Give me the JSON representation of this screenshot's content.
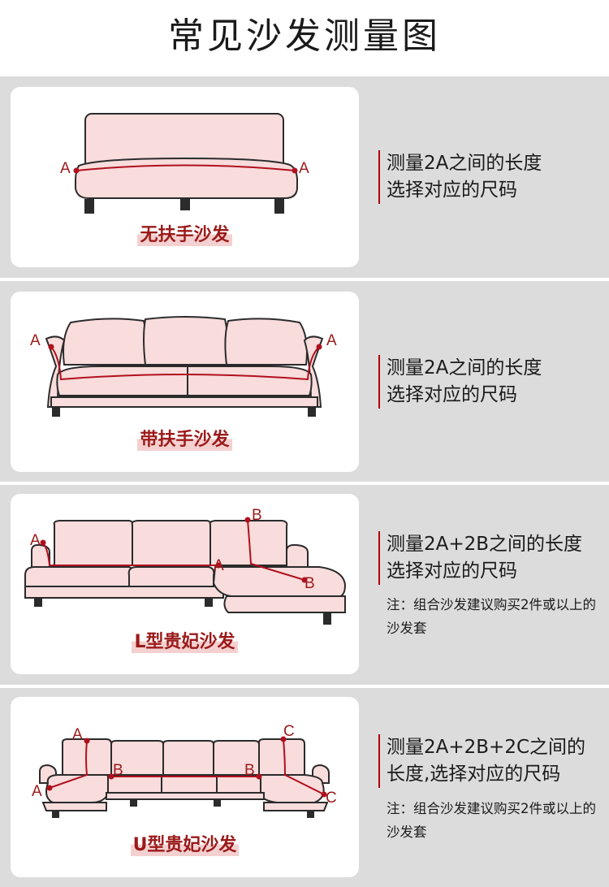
{
  "page": {
    "title": "常见沙发测量图"
  },
  "sections": [
    {
      "label": "无扶手沙发",
      "desc_line1": "测量2A之间的长度",
      "desc_line2": "选择对应的尺码",
      "note": "",
      "points": [
        "A",
        "A"
      ]
    },
    {
      "label": "带扶手沙发",
      "desc_line1": "测量2A之间的长度",
      "desc_line2": "选择对应的尺码",
      "note": "",
      "points": [
        "A",
        "A"
      ]
    },
    {
      "label": "L型贵妃沙发",
      "desc_line1": "测量2A+2B之间的长度",
      "desc_line2": "选择对应的尺码",
      "note": "注：组合沙发建议购买2件或以上的沙发套",
      "points": [
        "A",
        "A",
        "B",
        "B"
      ]
    },
    {
      "label": "U型贵妃沙发",
      "desc_line1": "测量2A+2B+2C之间的",
      "desc_line2": "长度,选择对应的尺码",
      "note": "注：组合沙发建议购买2件或以上的沙发套",
      "points": [
        "A",
        "A",
        "B",
        "B",
        "C",
        "C"
      ]
    }
  ],
  "colors": {
    "sofa_fill": "#f9dcdc",
    "outline": "#2b2b2b",
    "measure_line": "#b0101e",
    "band": "#dcdcdc"
  }
}
